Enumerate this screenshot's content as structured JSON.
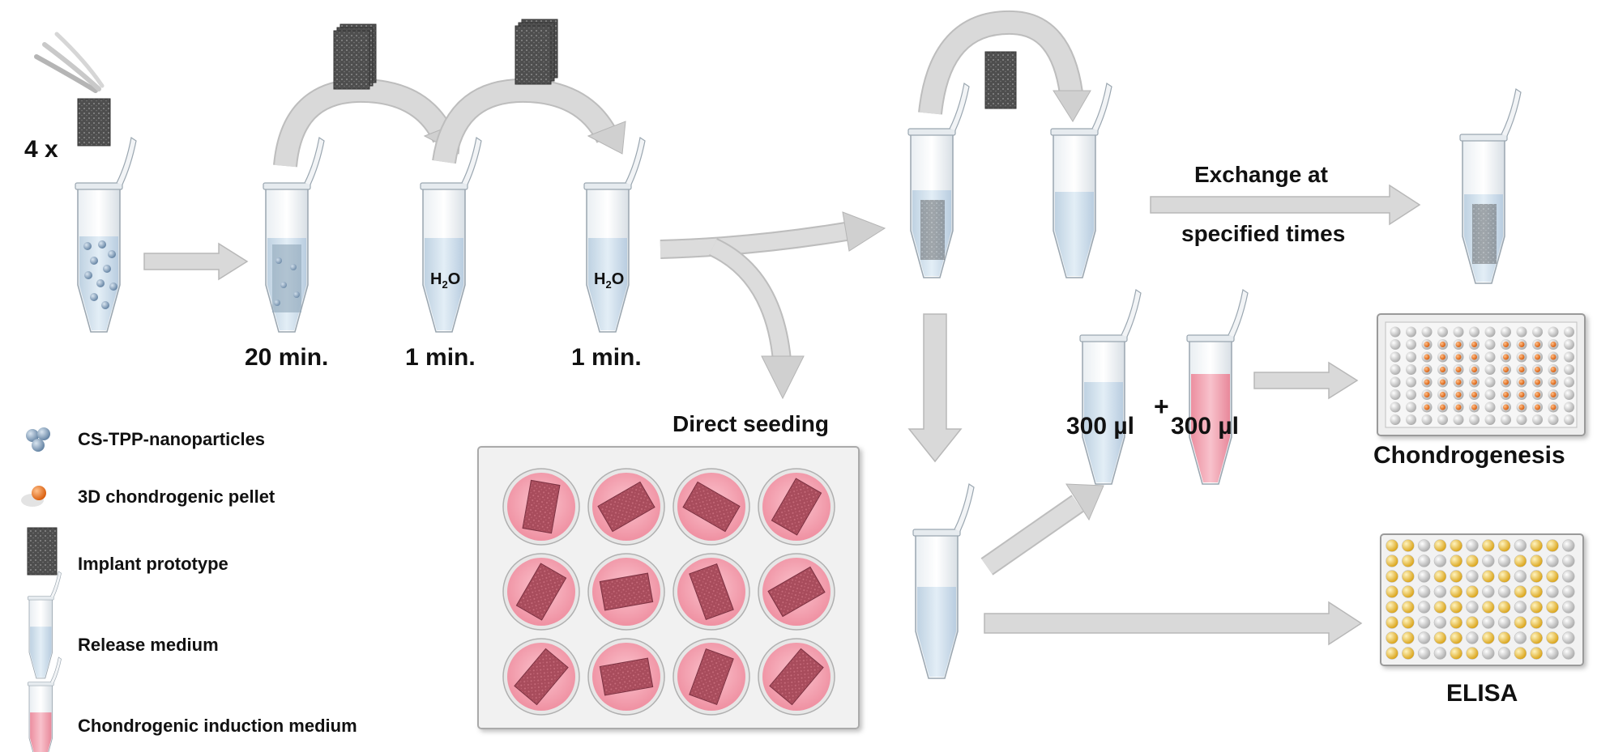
{
  "labels": {
    "multiplier": "4 x",
    "time_1": "20 min.",
    "time_2": "1 min.",
    "time_3": "1 min.",
    "water": "H",
    "water_sub": "2",
    "water_o": "O",
    "exchange_line1": "Exchange at",
    "exchange_line2": "specified times",
    "direct_seeding": "Direct seeding",
    "volume_release": "300 µl",
    "plus": "+",
    "volume_induction": "300 µl",
    "chondrogenesis": "Chondrogenesis",
    "elisa": "ELISA"
  },
  "legend": [
    {
      "key": "nanoparticles",
      "label": "CS-TPP-nanoparticles"
    },
    {
      "key": "pellet",
      "label": "3D chondrogenic pellet"
    },
    {
      "key": "implant",
      "label": "Implant prototype"
    },
    {
      "key": "release",
      "label": "Release medium"
    },
    {
      "key": "induction",
      "label": "Chondrogenic induction medium"
    }
  ],
  "colors": {
    "release_medium": "#d6e4ef",
    "induction_medium": "#f4a7b4",
    "implant": "#555555",
    "arrow": "#d9d9d9",
    "pellet": "#e8701a",
    "nanoparticle": "#7f98b3",
    "elisa_well": "#e9b623",
    "well_pink": "#f6a9b7",
    "implant_in_well": "#b55565"
  }
}
